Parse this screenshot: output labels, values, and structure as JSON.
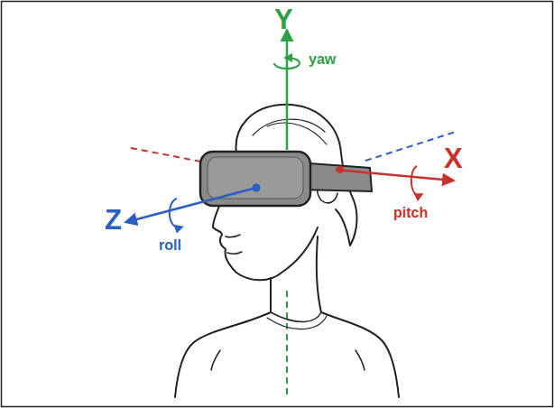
{
  "diagram": {
    "labels": [
      "Y",
      "yaw",
      "X",
      "pitch",
      "Z",
      "roll"
    ]
  }
}
